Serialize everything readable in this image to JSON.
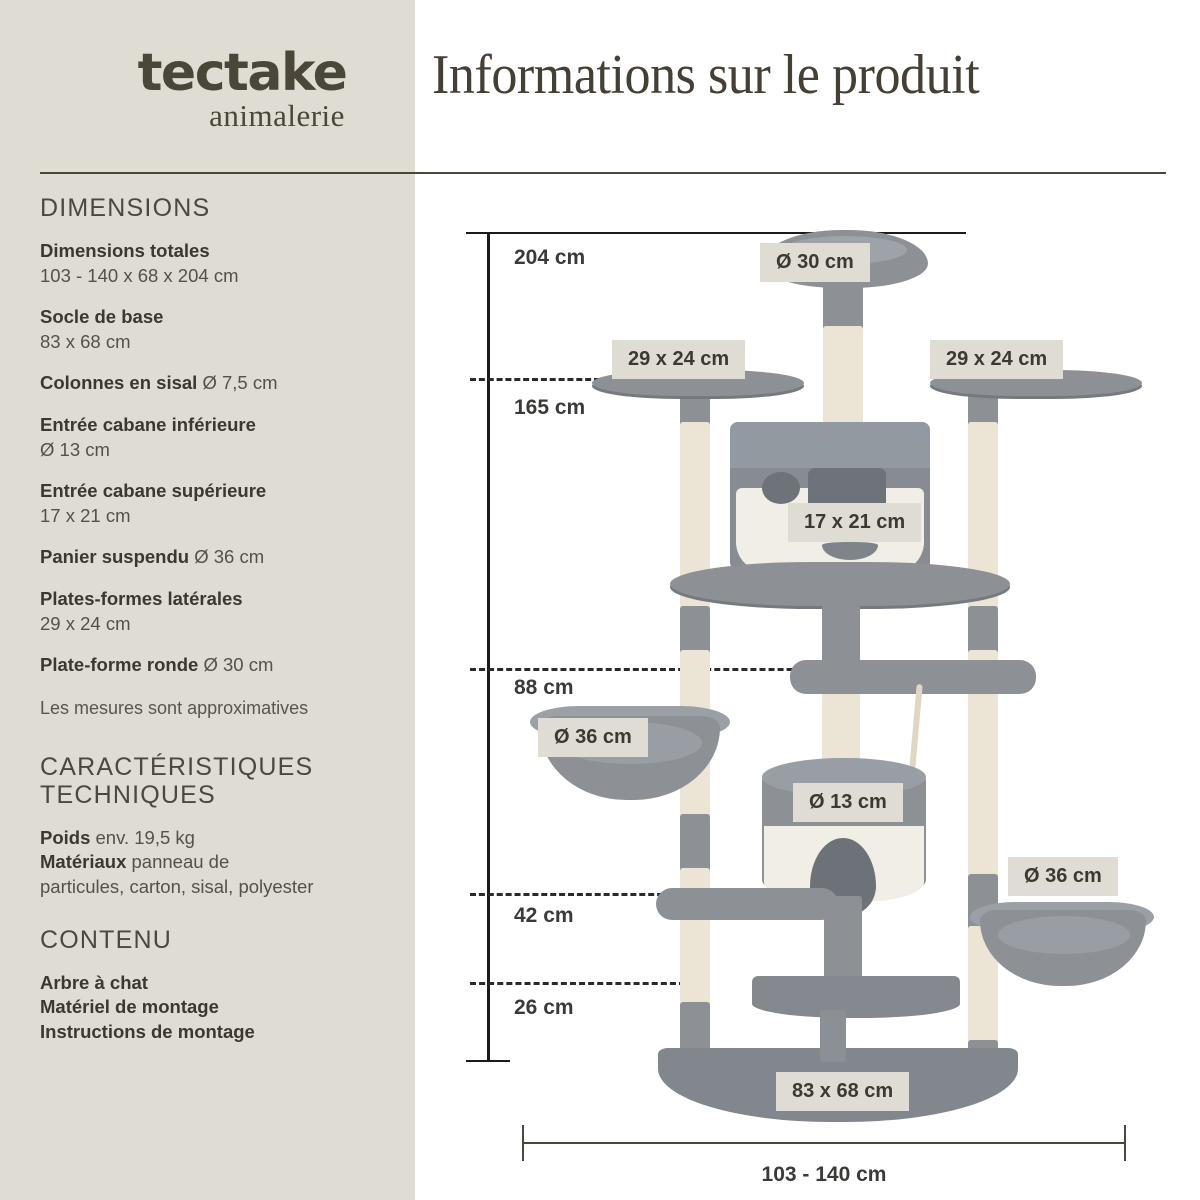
{
  "brand": {
    "name": "tectake",
    "tagline": "animalerie"
  },
  "header": {
    "title": "Informations sur le produit"
  },
  "sidebar": {
    "sections": [
      {
        "heading": "DIMENSIONS",
        "items": [
          {
            "label": "Dimensions totales",
            "value": "103 - 140 x 68 x 204 cm",
            "inline": false
          },
          {
            "label": "Socle de base",
            "value": "83 x 68 cm",
            "inline": false
          },
          {
            "label": "Colonnes en sisal",
            "value": "Ø 7,5 cm",
            "inline": true
          },
          {
            "label": "Entrée cabane inférieure",
            "value": "Ø 13 cm",
            "inline": false
          },
          {
            "label": "Entrée cabane supérieure",
            "value": "17 x 21 cm",
            "inline": false
          },
          {
            "label": "Panier suspendu",
            "value": "Ø 36 cm",
            "inline": true
          },
          {
            "label": "Plates-formes latérales",
            "value": "29 x 24 cm",
            "inline": false
          },
          {
            "label": "Plate-forme ronde",
            "value": "Ø 30 cm",
            "inline": true
          }
        ],
        "note": "Les mesures sont approximatives"
      },
      {
        "heading_line1": "CARACTÉRISTIQUES",
        "heading_line2": "TECHNIQUES",
        "items": [
          {
            "label": "Poids",
            "value": "env. 19,5 kg",
            "inline": true
          },
          {
            "label": "Matériaux",
            "value": "panneau de",
            "inline": true
          },
          {
            "label": "",
            "value": "particules, carton, sisal, polyester",
            "inline": true
          }
        ]
      },
      {
        "heading": "CONTENU",
        "items": [
          {
            "label": "Arbre à chat"
          },
          {
            "label": "Matériel de montage"
          },
          {
            "label": "Instructions de montage"
          }
        ]
      }
    ]
  },
  "diagram": {
    "height_labels": [
      {
        "text": "204 cm"
      },
      {
        "text": "165 cm"
      },
      {
        "text": "88 cm"
      },
      {
        "text": "42 cm"
      },
      {
        "text": "26 cm"
      }
    ],
    "width_label": "103 - 140 cm",
    "callouts": [
      {
        "text": "Ø 30 cm",
        "name": "callout-round-platform"
      },
      {
        "text": "29 x 24 cm",
        "name": "callout-side-platform-left"
      },
      {
        "text": "29 x 24 cm",
        "name": "callout-side-platform-right"
      },
      {
        "text": "17 x 21 cm",
        "name": "callout-upper-cabin-entry"
      },
      {
        "text": "Ø 36 cm",
        "name": "callout-hanging-basket-left"
      },
      {
        "text": "Ø 13 cm",
        "name": "callout-lower-cabin-entry"
      },
      {
        "text": "Ø 36 cm",
        "name": "callout-hanging-basket-right"
      },
      {
        "text": "83 x 68 cm",
        "name": "callout-base-plate"
      }
    ]
  },
  "colors": {
    "sidebar_bg": "#dedcd3",
    "ink": "#3e3b34",
    "badge_bg": "#dedcd3",
    "fabric_grey": "#8d9196",
    "sisal": "#ece4d4",
    "cream": "#f2efe6"
  }
}
